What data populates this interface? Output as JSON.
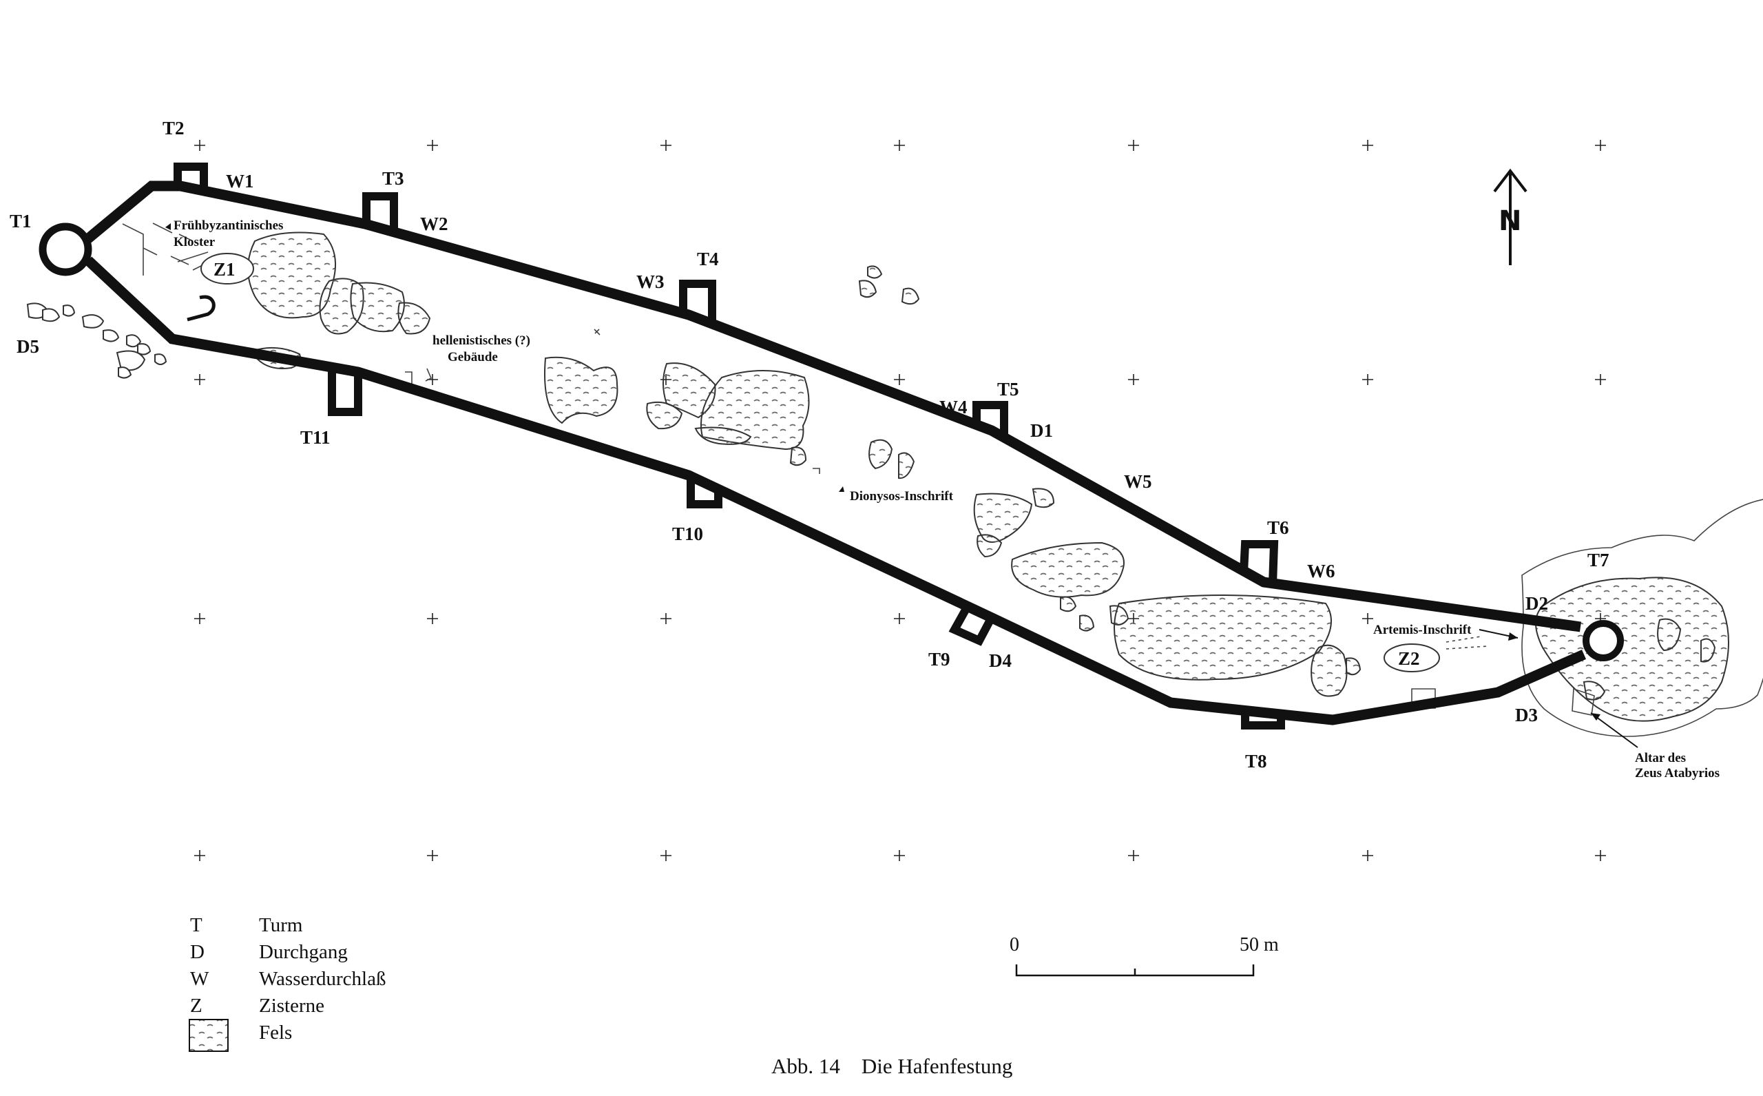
{
  "labels": {
    "T1": "T1",
    "T2": "T2",
    "T3": "T3",
    "T4": "T4",
    "T5": "T5",
    "T6": "T6",
    "T7": "T7",
    "T8": "T8",
    "T9": "T9",
    "T10": "T10",
    "T11": "T11",
    "W1": "W1",
    "W2": "W2",
    "W3": "W3",
    "W4": "W4",
    "W5": "W5",
    "W6": "W6",
    "D1": "D1",
    "D2": "D2",
    "D3": "D3",
    "D4": "D4",
    "D5": "D5",
    "Z1": "Z1",
    "Z2": "Z2"
  },
  "annotations": {
    "kloster_line1": "Frühbyzantinisches",
    "kloster_line2": "Kloster",
    "hellen_line1": "hellenistisches (?)",
    "hellen_line2": "Gebäude",
    "dionysos": "Dionysos-Inschrift",
    "artemis": "Artemis-Inschrift",
    "altar_line1": "Altar des",
    "altar_line2": "Zeus Atabyrios"
  },
  "north": "N",
  "legend": [
    {
      "symbol": "T",
      "text": "Turm"
    },
    {
      "symbol": "D",
      "text": "Durchgang"
    },
    {
      "symbol": "W",
      "text": "Wasserdurchlaß"
    },
    {
      "symbol": "Z",
      "text": "Zisterne"
    },
    {
      "symbol": "",
      "text": "Fels"
    }
  ],
  "scale": {
    "start": "0",
    "end": "50 m"
  },
  "caption": "Abb. 14    Die Hafenfestung"
}
